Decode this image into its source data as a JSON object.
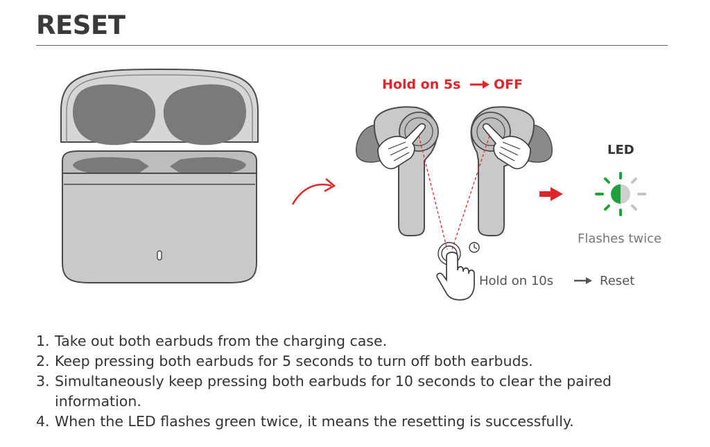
{
  "title": "RESET",
  "diagram": {
    "hold_off": "Hold on 5s",
    "off_result": "OFF",
    "led_label": "LED",
    "flashes": "Flashes twice",
    "hold_reset": "Hold on 10s",
    "reset_result": "Reset",
    "colors": {
      "red": "#e0262b",
      "green": "#1ea33a",
      "case": "#c9c9c9",
      "case_dark": "#7a7a7a",
      "text_dark": "#333333",
      "text_gray": "#777777"
    },
    "icons": [
      "curved-arrow-icon",
      "hand-press-icon",
      "clock-icon",
      "arrow-right-icon",
      "led-icon"
    ]
  },
  "steps": [
    {
      "num": "1.",
      "text": "Take out both earbuds from the charging case."
    },
    {
      "num": "2.",
      "text": "Keep pressing both earbuds for 5 seconds to turn off both earbuds."
    },
    {
      "num": "3.",
      "text": "Simultaneously keep pressing both earbuds for 10 seconds to clear the paired information."
    },
    {
      "num": "4.",
      "text": "When the LED flashes green twice, it means the resetting is successfully."
    }
  ]
}
